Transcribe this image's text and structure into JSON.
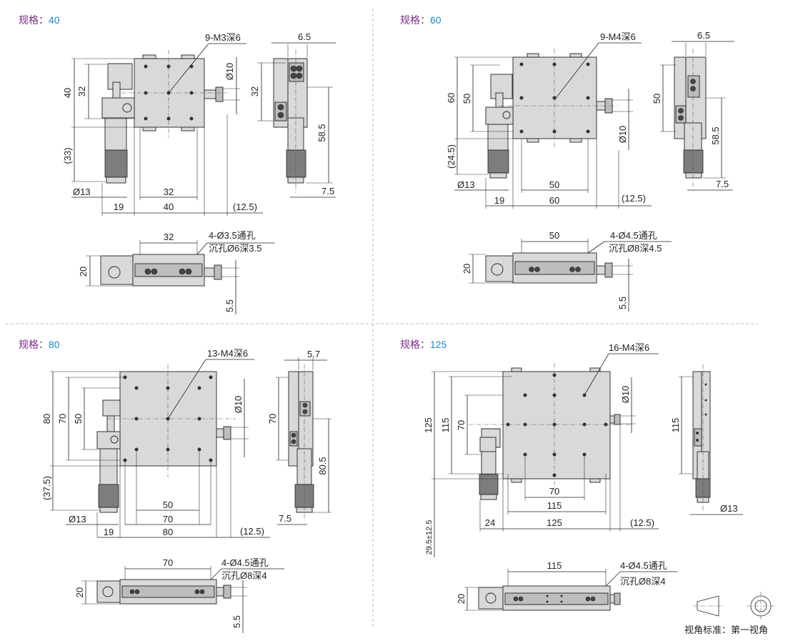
{
  "spec_label": "规格：",
  "panels": {
    "p40": {
      "spec_value": "40",
      "thread": "9-M3深6",
      "d_6_5": "6.5",
      "d_phi10": "Ø10",
      "d_40": "40",
      "d_32a": "32",
      "d_32b": "32",
      "d_33": "(33)",
      "d_58_5": "58.5",
      "d_phi13": "Ø13",
      "d_32c": "32",
      "d_7_5": "7.5",
      "d_19": "19",
      "d_40b": "40",
      "d_12_5": "(12.5)",
      "d_32d": "32",
      "hole1": "4-Ø3.5通孔",
      "hole2": "沉孔Ø6深3.5",
      "d_20": "20",
      "d_5_5": "5.5"
    },
    "p60": {
      "spec_value": "60",
      "thread": "9-M4深6",
      "d_6_5": "6.5",
      "d_60": "60",
      "d_50": "50",
      "d_50b": "50",
      "d_24_5": "(24.5)",
      "d_phi10": "Ø10",
      "d_58_5": "58.5",
      "d_phi13": "Ø13",
      "d_50c": "50",
      "d_7_5": "7.5",
      "d_19": "19",
      "d_60b": "60",
      "d_12_5": "(12.5)",
      "d_50d": "50",
      "hole1": "4-Ø4.5通孔",
      "hole2": "沉孔Ø8深4.5",
      "d_20": "20",
      "d_5_5": "5.5"
    },
    "p80": {
      "spec_value": "80",
      "thread": "13-M4深6",
      "d_5_7": "5.7",
      "d_80": "80",
      "d_70": "70",
      "d_50": "50",
      "d_phi10": "Ø10",
      "d_70b": "70",
      "d_80_5": "80.5",
      "d_37_5": "(37.5)",
      "d_50b": "50",
      "d_phi13": "Ø13",
      "d_70c": "70",
      "d_7_5": "7.5",
      "d_19": "19",
      "d_80b": "80",
      "d_12_5": "(12.5)",
      "d_70d": "70",
      "hole1": "4-Ø4.5通孔",
      "hole2": "沉孔Ø8深4",
      "d_20": "20",
      "d_5_5": "5.5"
    },
    "p125": {
      "spec_value": "125",
      "thread": "16-M4深6",
      "d_125": "125",
      "d_115": "115",
      "d_70": "70",
      "d_phi10": "Ø10",
      "d_115b": "115",
      "d_70b": "70",
      "d_115c": "115",
      "d_29_5": "29.5±12.5",
      "d_24": "24",
      "d_125b": "125",
      "d_12_5": "(12.5)",
      "d_phi13": "Ø13",
      "d_115d": "115",
      "hole1": "4-Ø4.5通孔",
      "hole2": "沉孔Ø8深4",
      "d_20": "20"
    }
  },
  "projection_note": "视角标准：第一视角"
}
